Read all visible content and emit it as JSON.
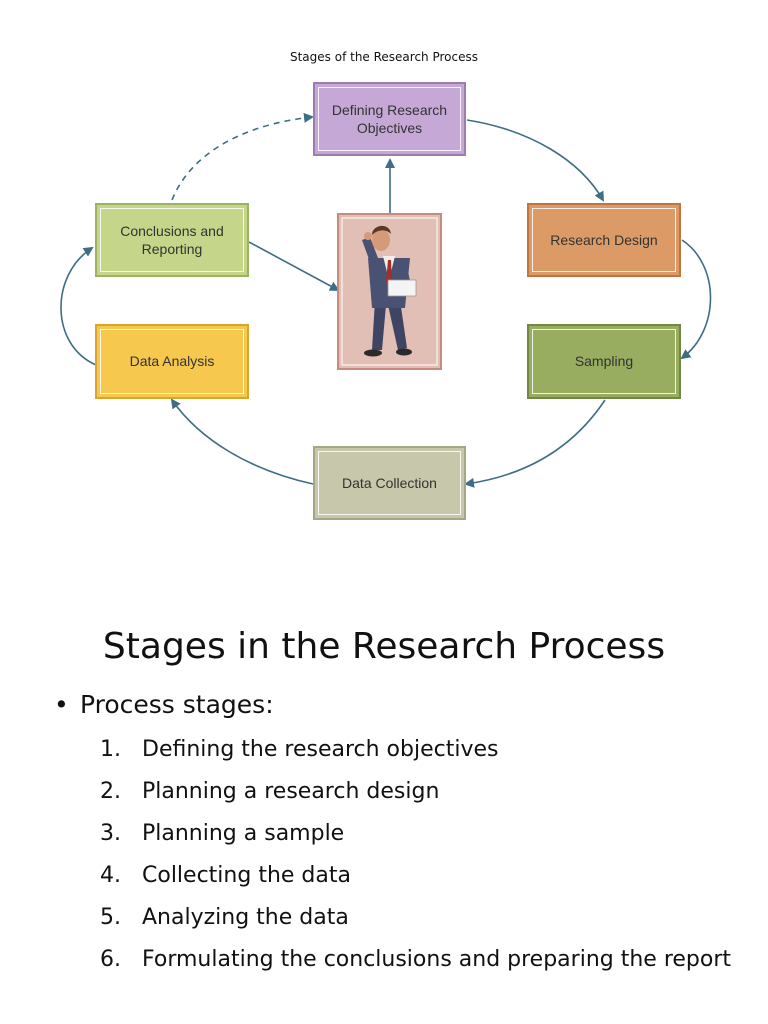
{
  "diagram": {
    "title": "Stages of the Research Process",
    "colors": {
      "arrow": "#3d6e84",
      "panel_fill": "#e2bfb4",
      "panel_border": "#c58b7f"
    },
    "stages": [
      {
        "label": "Defining Research\nObjectives",
        "fill": "#c6a8d6",
        "border": "#9c7cb1"
      },
      {
        "label": "Research Design",
        "fill": "#dc9b66",
        "border": "#c0743f"
      },
      {
        "label": "Sampling",
        "fill": "#98ad60",
        "border": "#728646"
      },
      {
        "label": "Data Collection",
        "fill": "#c7c7ab",
        "border": "#a5a588"
      },
      {
        "label": "Data Analysis",
        "fill": "#f7c84e",
        "border": "#d9a52d"
      },
      {
        "label": "Conclusions and\nReporting",
        "fill": "#c5d589",
        "border": "#9eb362"
      }
    ],
    "center_image": "businessman-icon"
  },
  "slide": {
    "title": "Stages in the Research Process",
    "intro": "Process stages:",
    "bullet": "•",
    "stages": [
      {
        "num": "1.",
        "text": "Defining the research objectives"
      },
      {
        "num": "2.",
        "text": "Planning a research design"
      },
      {
        "num": "3.",
        "text": "Planning a sample"
      },
      {
        "num": "4.",
        "text": "Collecting the data"
      },
      {
        "num": "5.",
        "text": "Analyzing the data"
      },
      {
        "num": "6.",
        "text": "Formulating the conclusions and preparing the report"
      }
    ]
  }
}
